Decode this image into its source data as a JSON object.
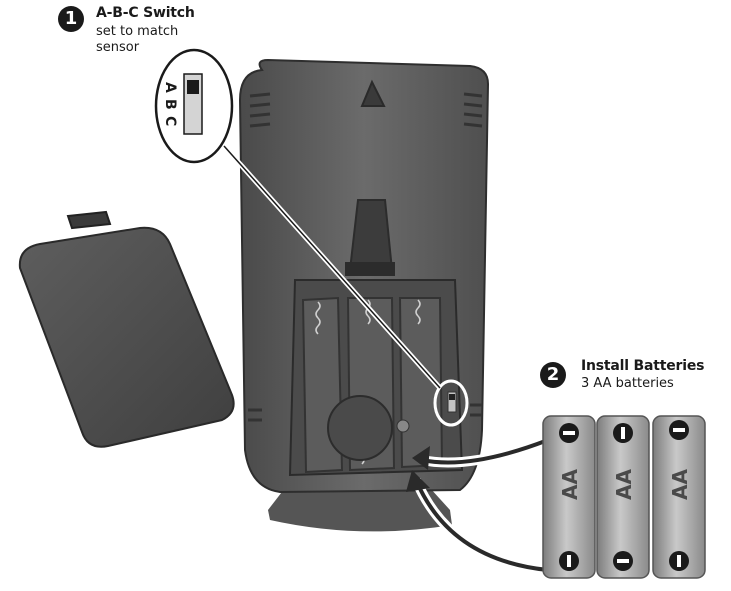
{
  "step1": {
    "number": "1",
    "title": "A-B-C Switch",
    "desc_line1": "set to match",
    "desc_line2": "sensor"
  },
  "step2": {
    "number": "2",
    "title": "Install Batteries",
    "desc": "3 AA batteries"
  },
  "switch_letters": [
    "A",
    "B",
    "C"
  ],
  "battery_label": "AA",
  "battery_count": 3,
  "colors": {
    "device_body": "#606060",
    "device_dark": "#3e3e3e",
    "battery": "#a9a9a9",
    "ink": "#1a1a1a"
  }
}
